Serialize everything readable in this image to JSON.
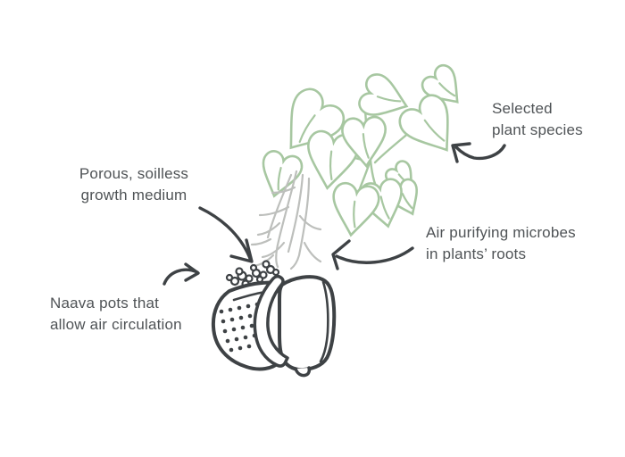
{
  "page": {
    "background": "#ffffff"
  },
  "colors": {
    "leaf_green": "#a7c7a1",
    "root_gray": "#bdbfbc",
    "ink": "#3e4245",
    "label_text": "#4f5356",
    "bg": "#ffffff"
  },
  "labels": {
    "growth_medium": "Porous, soilless\ngrowth medium",
    "plant_species": "Selected\nplant species",
    "microbes": "Air purifying microbes\nin plants’ roots",
    "pots": "Naava pots that\nallow air circulation"
  },
  "illustration": {
    "plant": "pothos-plant-with-heart-shaped-leaves",
    "roots": "exposed-plant-roots",
    "pot": "perforated-pot-with-growth-medium",
    "arrows": "hand-drawn-annotation-arrows"
  }
}
